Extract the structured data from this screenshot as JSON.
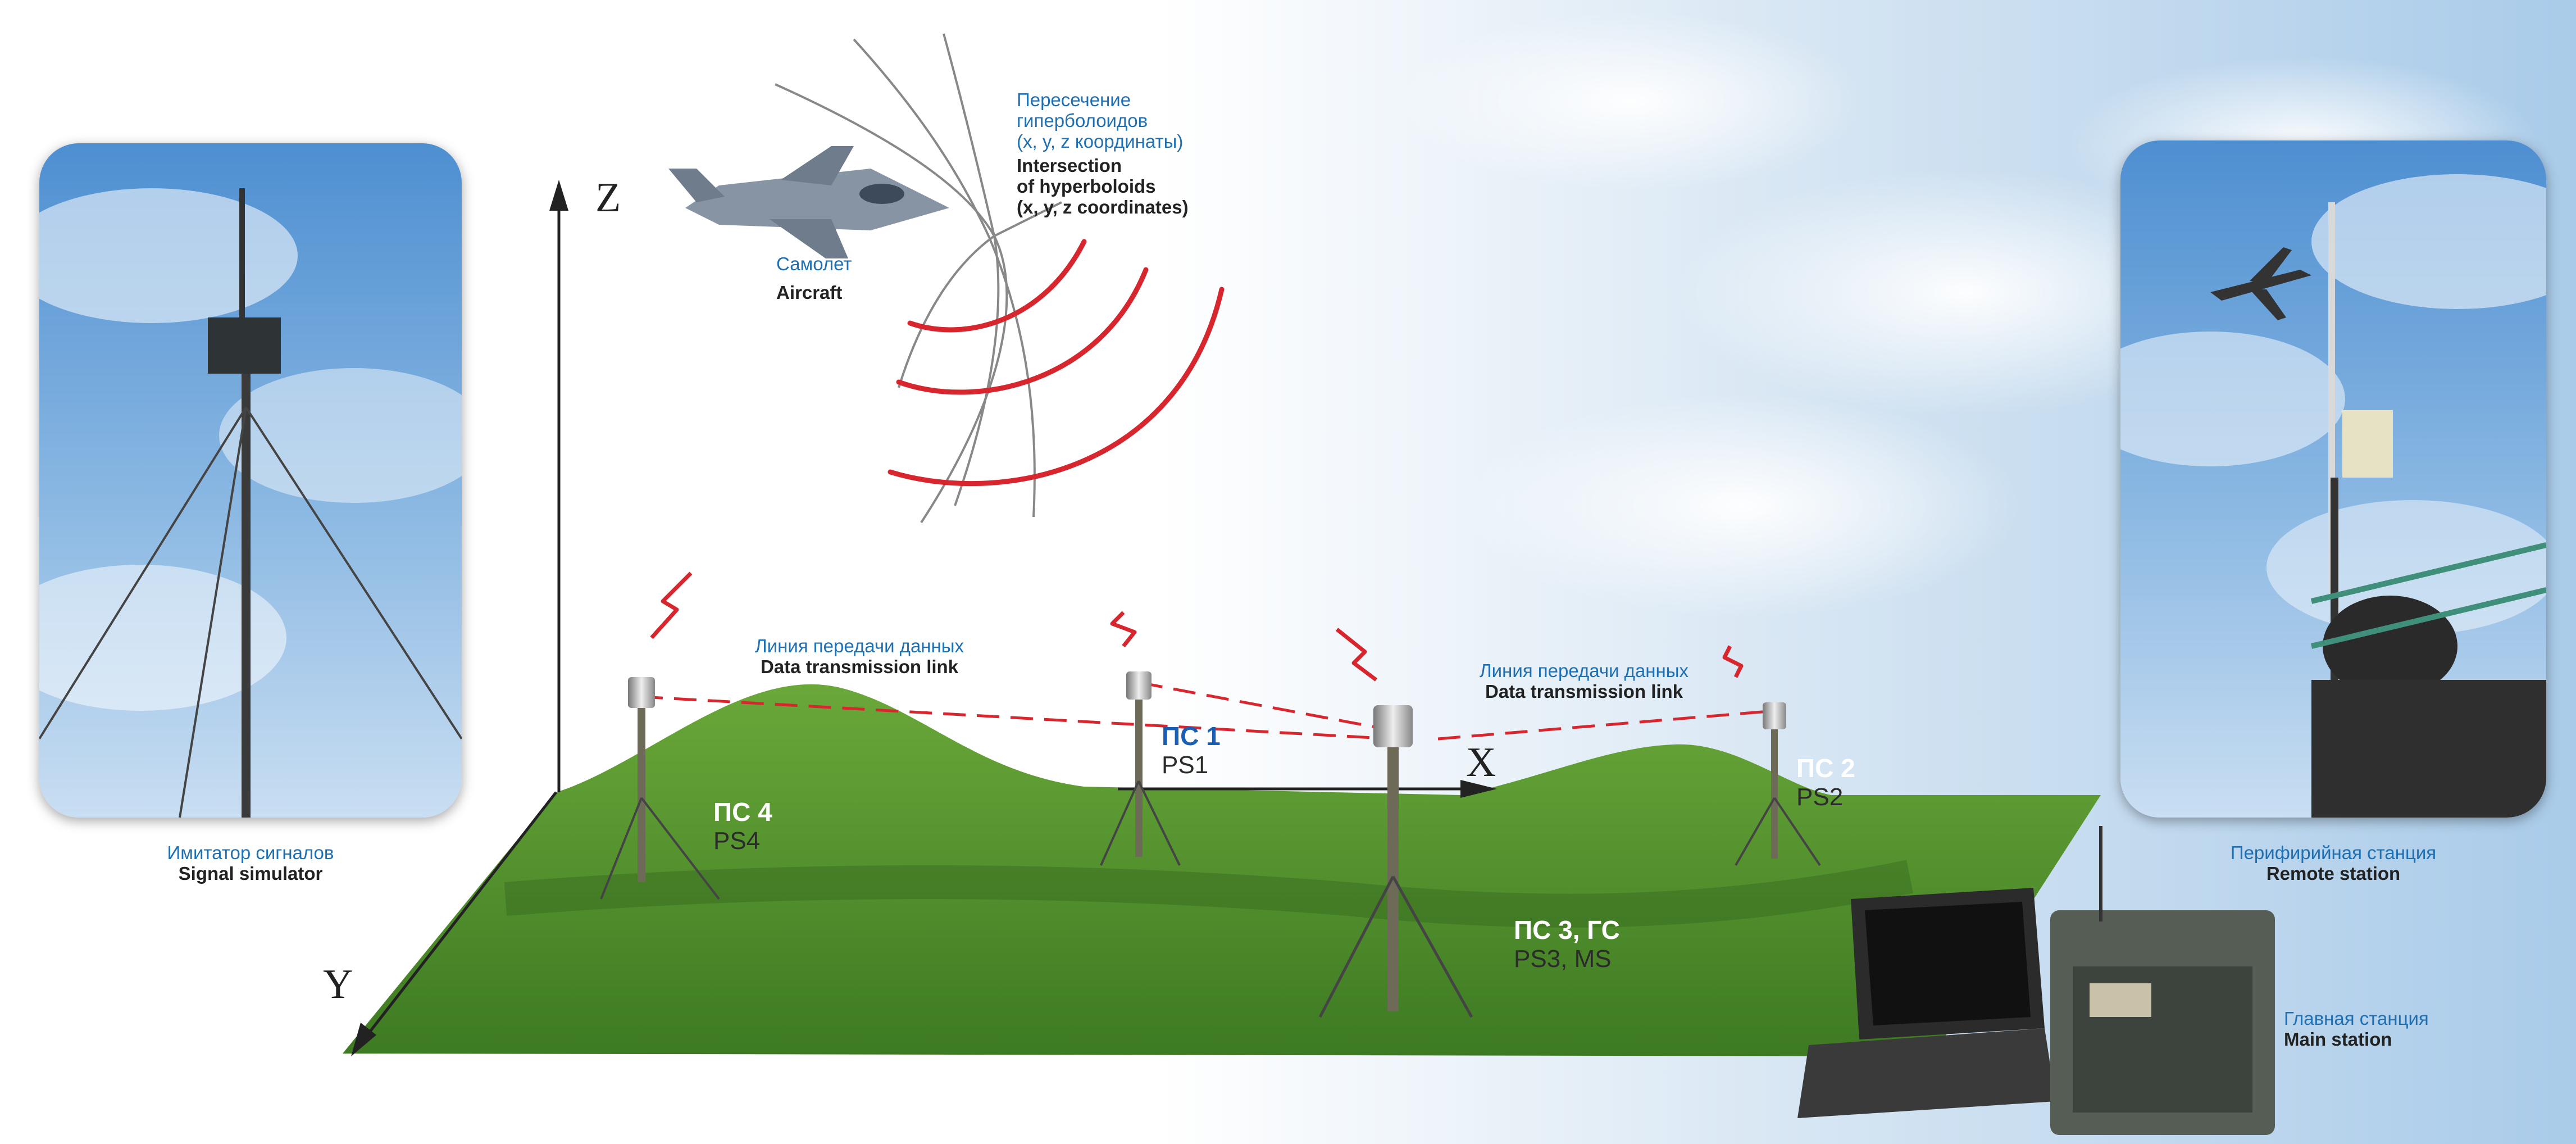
{
  "axes": {
    "z": "Z",
    "x": "X",
    "y": "Y"
  },
  "labels": {
    "intersection": {
      "ru_lines": [
        "Пересечение",
        "гиперболоидов",
        "(x, y, z координаты)"
      ],
      "en_lines": [
        "Intersection",
        "of hyperboloids",
        "(x, y, z coordinates)"
      ]
    },
    "aircraft": {
      "ru": "Самолет",
      "en": "Aircraft"
    },
    "link_left": {
      "ru": "Линия передачи данных",
      "en": "Data transmission link"
    },
    "link_right": {
      "ru": "Линия передачи данных",
      "en": "Data transmission link"
    },
    "signal_simulator": {
      "ru": "Имитатор сигналов",
      "en": "Signal simulator"
    },
    "remote_station": {
      "ru": "Перифирийная станция",
      "en": "Remote station"
    },
    "main_station": {
      "ru": "Главная станция",
      "en": "Main station"
    }
  },
  "stations": {
    "ps1": {
      "ru": "ПС 1",
      "en": "PS1"
    },
    "ps2": {
      "ru": "ПС 2",
      "en": "PS2"
    },
    "ps3": {
      "ru": "ПС 3, ГС",
      "en": "PS3, MS"
    },
    "ps4": {
      "ru": "ПС 4",
      "en": "PS4"
    }
  },
  "colors": {
    "wave": "#d8262e",
    "ground": "#4f8f2c",
    "ground_dark": "#2f5f1a",
    "sky": "#8cb9e3",
    "ru_text": "#1f6fb3",
    "en_text": "#222222",
    "link": "#d8262e"
  }
}
